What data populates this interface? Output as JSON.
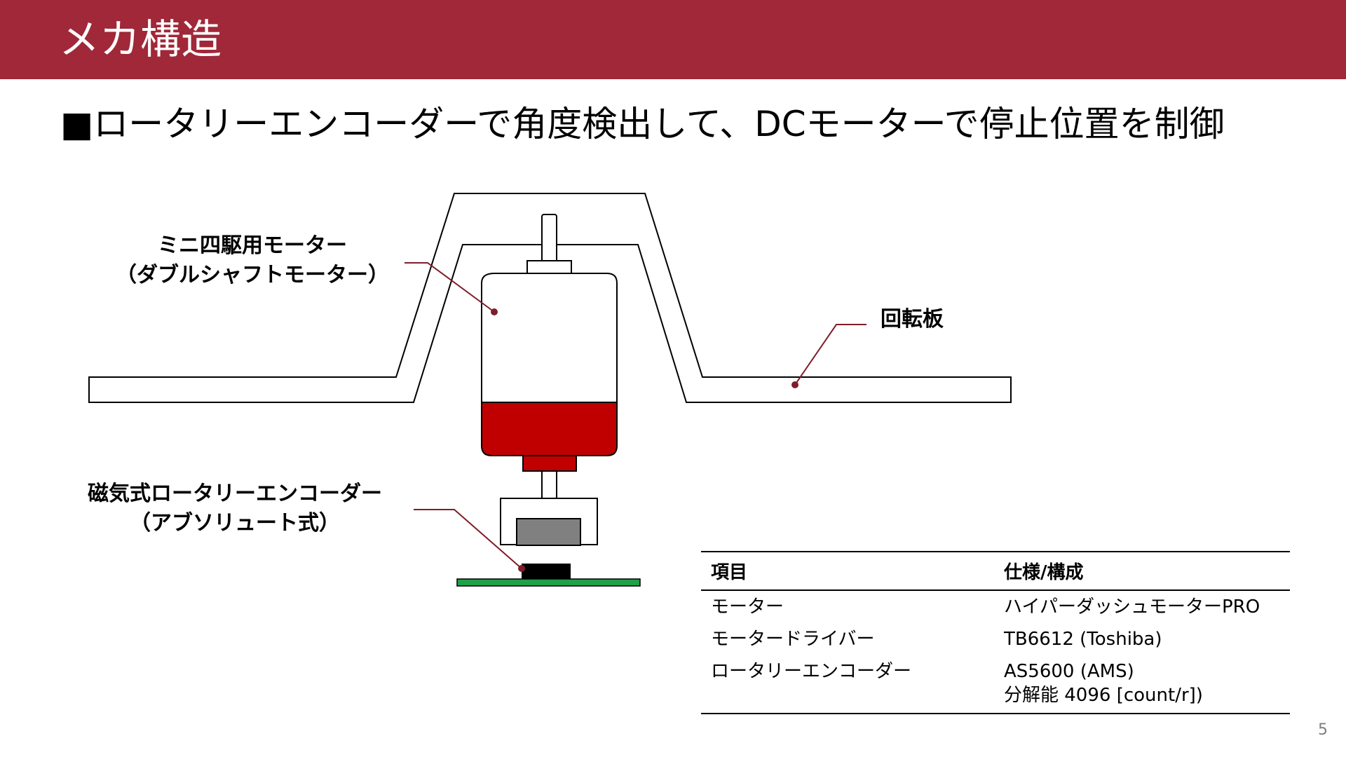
{
  "slide": {
    "title": "メカ構造",
    "subtitle": "■ロータリーエンコーダーで角度検出して、DCモーターで停止位置を制御",
    "page_number": "5"
  },
  "colors": {
    "title_bar": "#a02838",
    "motor_red": "#c00000",
    "callout_line": "#7f1d2a",
    "pcb_green": "#1fa04a",
    "magnet_gray": "#808080",
    "sensor_black": "#000000"
  },
  "diagram": {
    "labels": {
      "motor_line1": "ミニ四駆用モーター",
      "motor_line2": "（ダブルシャフトモーター）",
      "plate": "回転板",
      "encoder_line1": "磁気式ロータリーエンコーダー",
      "encoder_line2": "（アブソリュート式）"
    }
  },
  "table": {
    "headers": [
      "項目",
      "仕様/構成"
    ],
    "rows": [
      {
        "item": "モーター",
        "spec": [
          "ハイパーダッシュモーターPRO"
        ]
      },
      {
        "item": "モータードライバー",
        "spec": [
          "TB6612 (Toshiba)"
        ]
      },
      {
        "item": "ロータリーエンコーダー",
        "spec": [
          "AS5600 (AMS)",
          "分解能 4096 [count/r])"
        ]
      }
    ]
  }
}
